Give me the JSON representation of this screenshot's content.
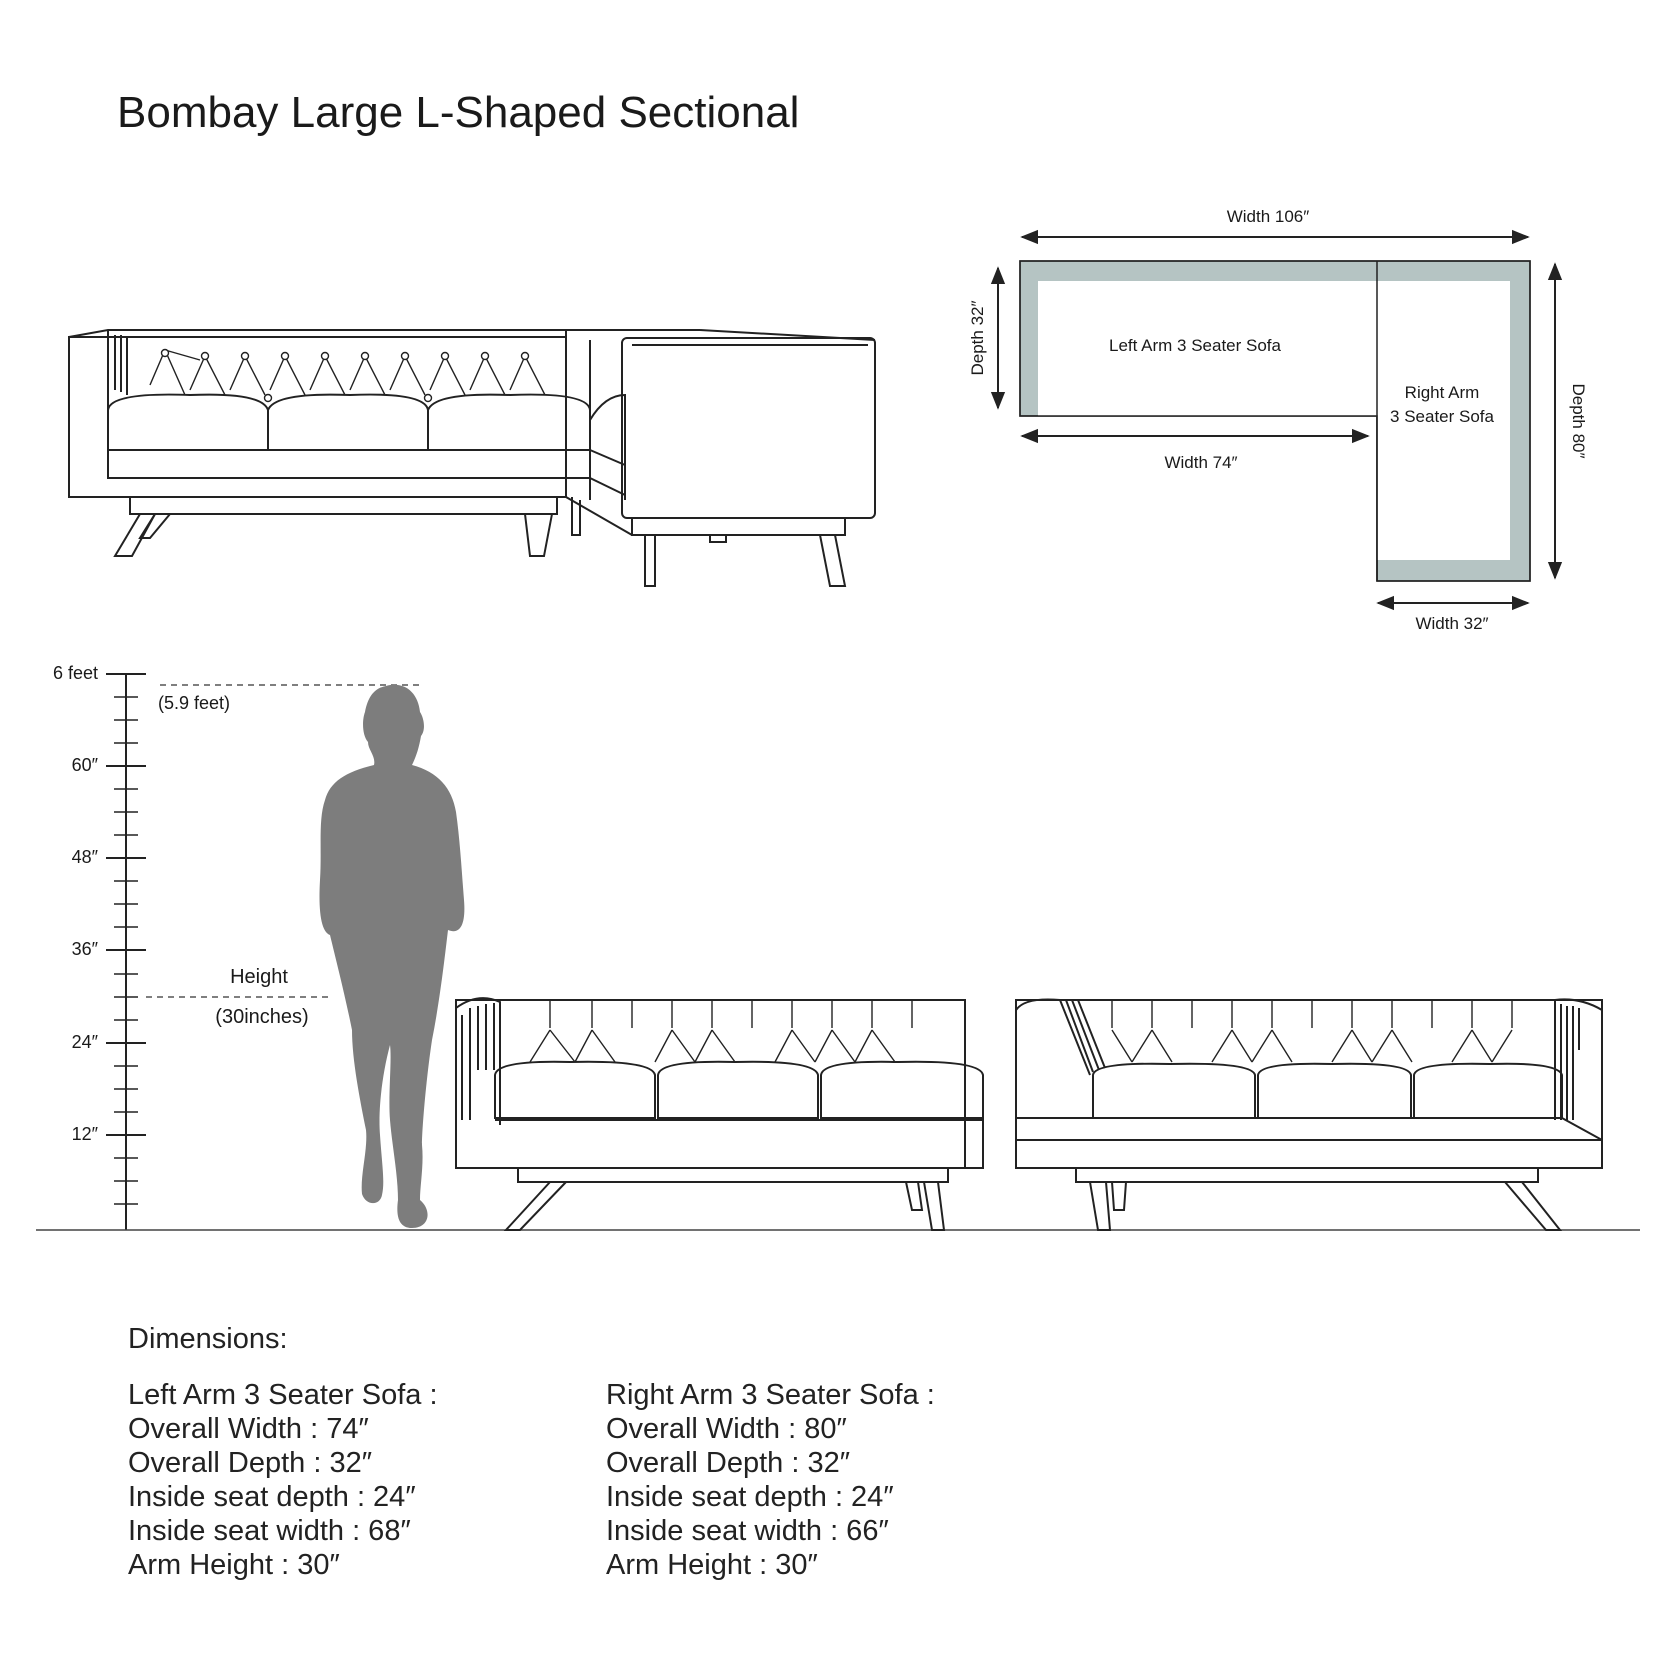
{
  "title": "Bombay Large L-Shaped Sectional",
  "plan": {
    "overall_width": "Width 106″",
    "left_depth": "Depth 32″",
    "left_width": "Width 74″",
    "right_depth": "Depth 80″",
    "right_width": "Width 32″",
    "left_label": "Left Arm 3 Seater Sofa",
    "right_label_line1": "Right Arm",
    "right_label_line2": "3 Seater Sofa"
  },
  "ruler": {
    "ticks": [
      "6 feet",
      "60″",
      "48″",
      "36″",
      "24″",
      "12″"
    ],
    "person_height": "(5.9 feet)",
    "height_label": "Height",
    "height_value": "(30inches)"
  },
  "colors": {
    "plan_fill": "#b5c4c3",
    "person": "#7d7d7d",
    "line": "#222222"
  },
  "dimensions_heading": "Dimensions:",
  "left_sofa": {
    "title": "Left Arm 3 Seater Sofa :",
    "overall_width": "Overall Width : 74″",
    "overall_depth": "Overall Depth : 32″",
    "inside_seat_depth": "Inside seat depth : 24″",
    "inside_seat_width": "Inside seat width : 68″",
    "arm_height": "Arm Height : 30″"
  },
  "right_sofa": {
    "title": "Right Arm 3 Seater Sofa :",
    "overall_width": "Overall Width : 80″",
    "overall_depth": "Overall Depth : 32″",
    "inside_seat_depth": "Inside seat depth : 24″",
    "inside_seat_width": "Inside seat width : 66″",
    "arm_height": "Arm Height : 30″"
  }
}
